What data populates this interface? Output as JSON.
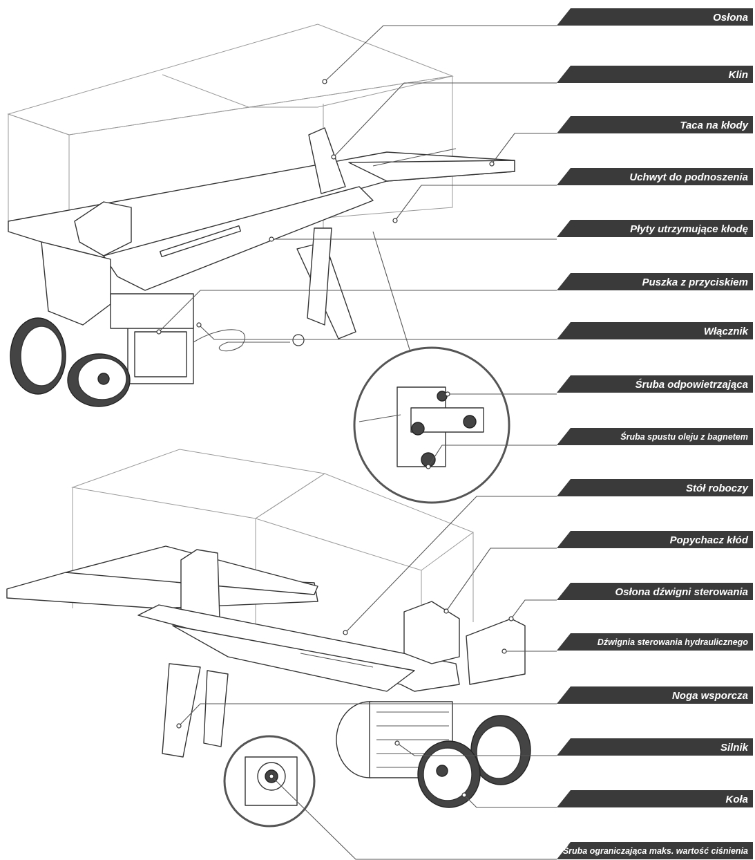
{
  "labels": [
    {
      "id": "oslona",
      "text": "Osłona"
    },
    {
      "id": "klin",
      "text": "Klin"
    },
    {
      "id": "taca",
      "text": "Taca na kłody"
    },
    {
      "id": "uchwyt",
      "text": "Uchwyt do podnoszenia"
    },
    {
      "id": "plyty",
      "text": "Płyty utrzymujące kłodę"
    },
    {
      "id": "puszka",
      "text": "Puszka z przyciskiem"
    },
    {
      "id": "wlacznik",
      "text": "Włącznik"
    },
    {
      "id": "sruba-odp",
      "text": "Śruba odpowietrzająca"
    },
    {
      "id": "sruba-spustu",
      "text": "Śruba spustu oleju z bagnetem"
    },
    {
      "id": "stol",
      "text": "Stół roboczy"
    },
    {
      "id": "popychacz",
      "text": "Popychacz kłód"
    },
    {
      "id": "oslona-dzwigni",
      "text": "Osłona dźwigni sterowania"
    },
    {
      "id": "dzwignia",
      "text": "Dźwignia sterowania hydraulicznego"
    },
    {
      "id": "noga",
      "text": "Noga wsporcza"
    },
    {
      "id": "silnik",
      "text": "Silnik"
    },
    {
      "id": "kola",
      "text": "Koła"
    },
    {
      "id": "sruba-ogr",
      "text": "Śruba ograniczająca maks. wartość ciśnienia"
    }
  ],
  "colors": {
    "label_bg": "#3a3a3a",
    "label_text": "#ffffff",
    "line": "#555555"
  }
}
